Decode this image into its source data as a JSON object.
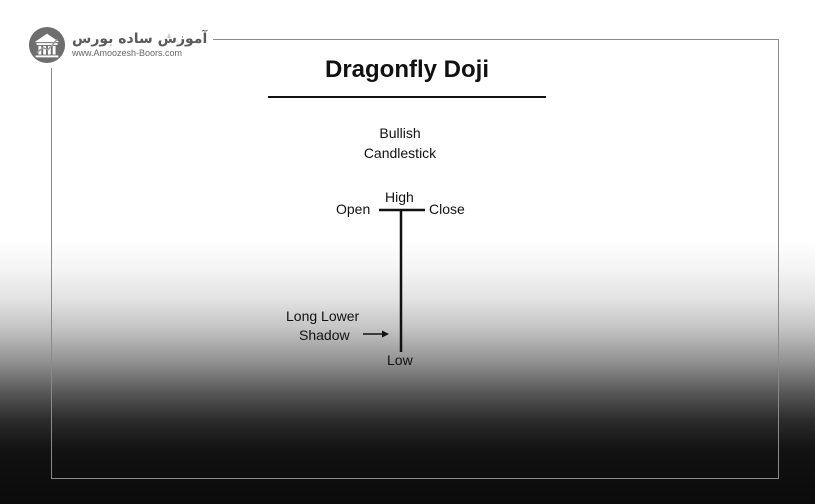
{
  "logo": {
    "name": "آموزش ساده بورس",
    "url": "www.Amoozesh-Boors.com",
    "icon": "rising-chart-building-icon"
  },
  "diagram": {
    "title": "Dragonfly Doji",
    "subtitle_line1": "Bullish",
    "subtitle_line2": "Candlestick",
    "labels": {
      "high": "High",
      "open": "Open",
      "close": "Close",
      "low": "Low",
      "shadow_line1": "Long Lower",
      "shadow_line2": "Shadow"
    }
  },
  "colors": {
    "ink": "#111111",
    "frame": "#8a8a8a",
    "logo_gray": "#6e6e6e"
  }
}
